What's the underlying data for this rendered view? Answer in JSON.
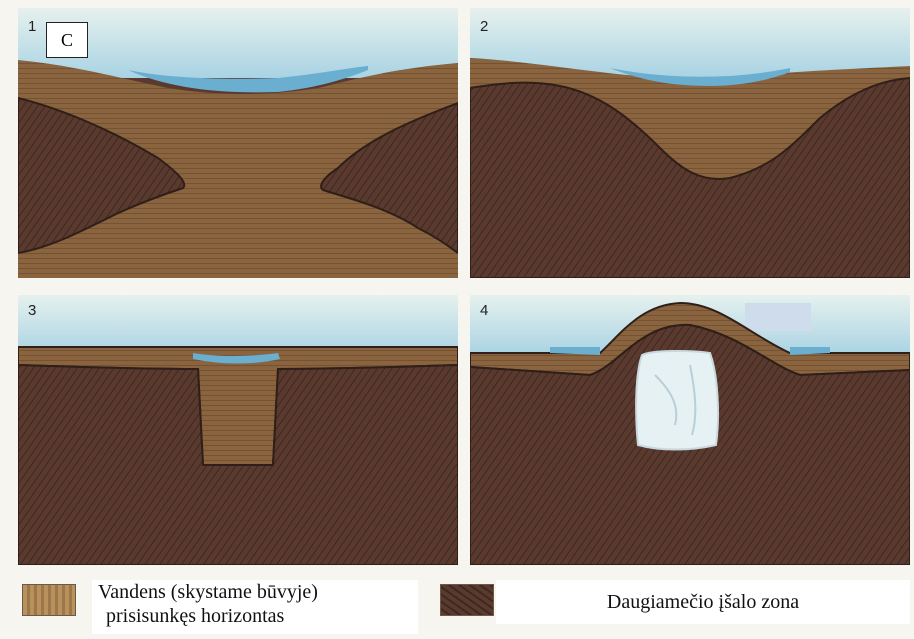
{
  "figure": {
    "letter": "C",
    "panels": [
      {
        "number": "1"
      },
      {
        "number": "2"
      },
      {
        "number": "3"
      },
      {
        "number": "4"
      }
    ]
  },
  "legend": {
    "items": [
      {
        "lines": [
          "Vandens (skystame būvyje)",
          "prisisunkęs horizontas"
        ],
        "color": "#b8925a"
      },
      {
        "lines": [
          "Daugiamečio įšalo zona"
        ],
        "color": "#5a3a2e"
      }
    ]
  },
  "colors": {
    "sky": "#bfe0e8",
    "water": "#6aaed0",
    "thawed_layer": "#a27b4e",
    "permafrost": "#5a3a2e",
    "ice_core": "#e6f1f4"
  }
}
